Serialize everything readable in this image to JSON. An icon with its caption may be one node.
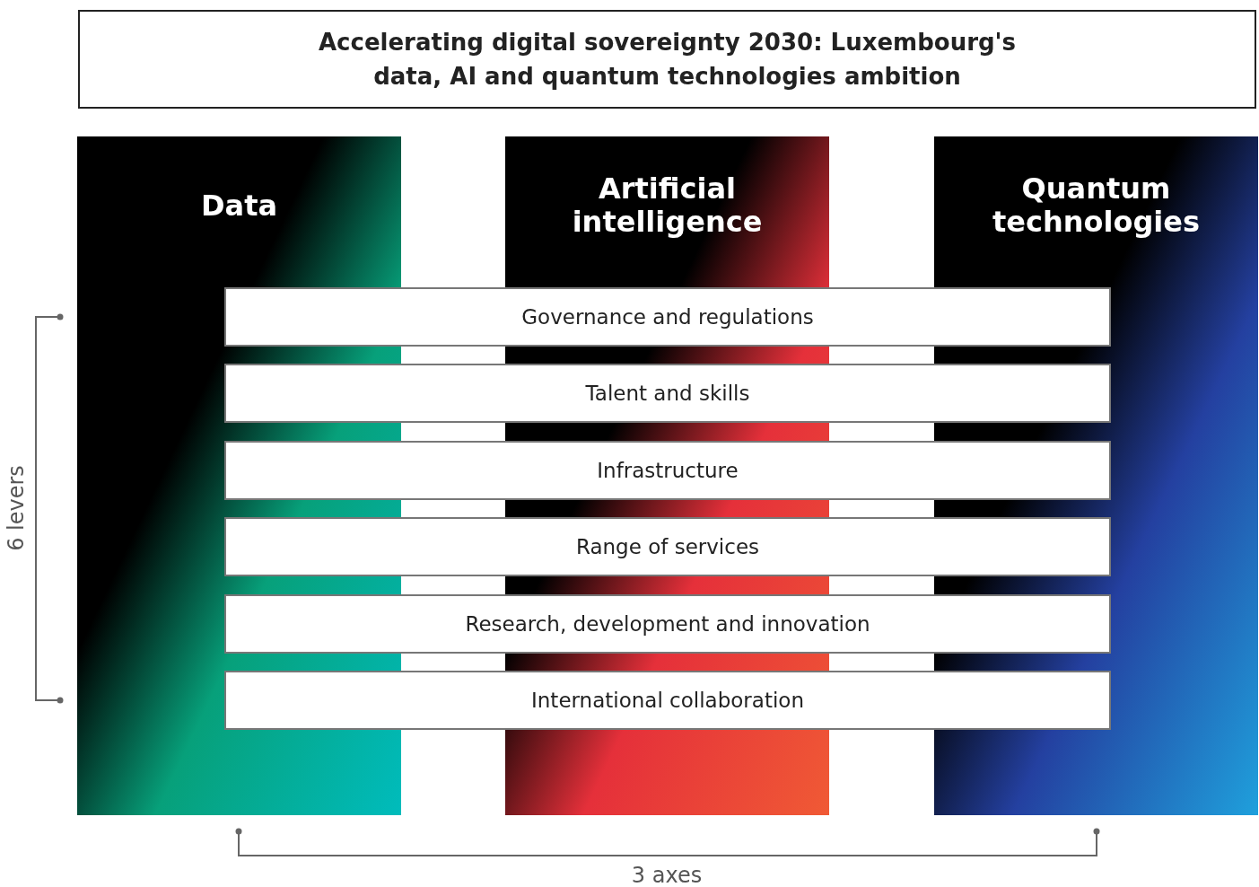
{
  "diagram": {
    "title": "Accelerating digital sovereignty 2030: Luxembourg's data, AI and quantum technologies ambition",
    "nodes": [
      {
        "text": [
          "Data"
        ]
      },
      {
        "text": [
          "Artificial intelligence"
        ]
      },
      {
        "text": [
          "Quantum technologies"
        ]
      },
      {
        "text": [
          "Governance and regulations"
        ]
      },
      {
        "text": [
          "Talent and skills"
        ]
      },
      {
        "text": [
          "Infrastructure"
        ]
      },
      {
        "text": [
          "Range of services"
        ]
      },
      {
        "text": [
          "Research, development and innovation"
        ]
      },
      {
        "text": [
          "International collaboration"
        ]
      }
    ],
    "edges": [],
    "labels": [
      "6 levers",
      "3 axes"
    ]
  }
}
